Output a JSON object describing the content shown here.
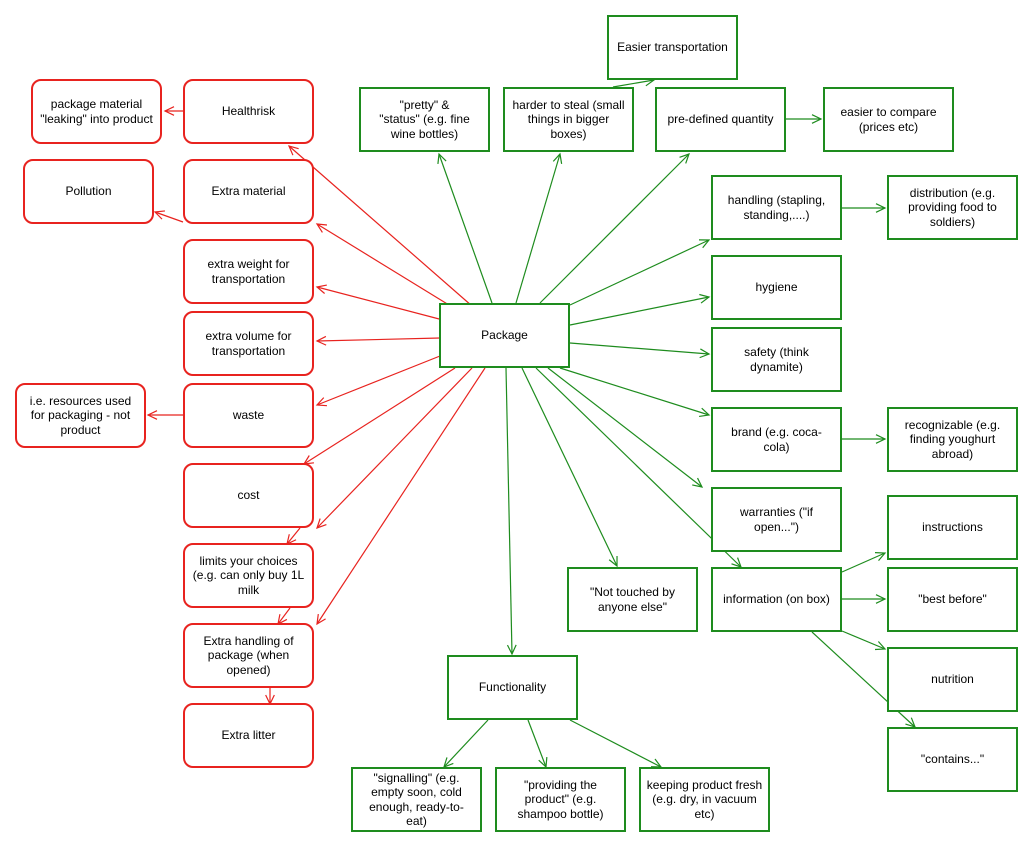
{
  "colors": {
    "negative": "#e8231f",
    "positive": "#1e8c1e"
  },
  "nodes": {
    "package": "Package",
    "healthrisk": "Healthrisk",
    "leaking": "package material\n\"leaking\" into product",
    "extra_material": "Extra material",
    "pollution": "Pollution",
    "extra_weight": "extra weight for\ntransportation",
    "extra_volume": "extra volume for\ntransportation",
    "waste": "waste",
    "resources": "i.e. resources used\nfor packaging - not\nproduct",
    "cost": "cost",
    "limits": "limits your choices\n(e.g. can only buy 1L\nmilk",
    "extra_handling": "Extra handling of\npackage (when\nopened)",
    "extra_litter": "Extra litter",
    "pretty": "\"pretty\" &\n\"status\" (e.g. fine\nwine bottles)",
    "harder_steal": "harder to steal (small\nthings in bigger\nboxes)",
    "easier_transport": "Easier transportation",
    "predefined": "pre-defined quantity",
    "easier_compare": "easier to compare\n(prices etc)",
    "handling": "handling (stapling,\nstanding,....)",
    "distribution": "distribution (e.g.\nproviding food to\nsoldiers)",
    "hygiene": "hygiene",
    "safety": "safety (think\ndynamite)",
    "brand": "brand (e.g. coca-\ncola)",
    "recognizable": "recognizable (e.g.\nfinding youghurt\nabroad)",
    "warranties": "warranties (\"if\nopen...\")",
    "information": "information (on box)",
    "instructions": "instructions",
    "best_before": "\"best before\"",
    "nutrition": "nutrition",
    "contains": "\"contains...\"",
    "not_touched": "\"Not touched by\nanyone else\"",
    "functionality": "Functionality",
    "signalling": "\"signalling\" (e.g.\nempty soon, cold\nenough, ready-to-\neat)",
    "providing": "\"providing the\nproduct\" (e.g.\nshampoo bottle)",
    "keeping_fresh": "keeping product fresh\n(e.g. dry, in vacuum\netc)"
  }
}
